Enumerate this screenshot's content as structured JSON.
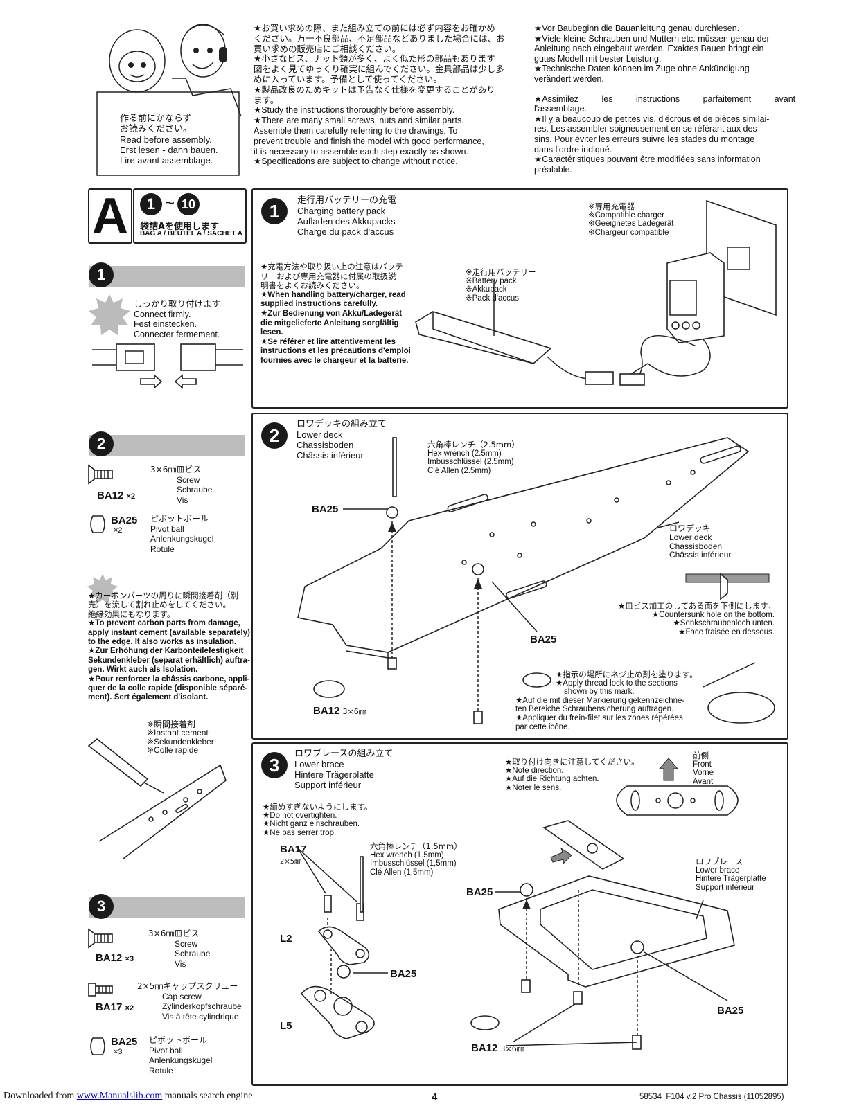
{
  "intro": {
    "sign": [
      "作る前にかならず",
      "お読みください。",
      "Read before assembly.",
      "Erst lesen - dann bauen.",
      "Lire avant assemblage."
    ],
    "col1": [
      "★お買い求めの際、また組み立ての前には必ず内容をお確かめ",
      "ください。万一不良部品、不足部品などありました場合には、お",
      "買い求めの販売店にご相談ください。",
      "★小さなビス、ナット類が多く、よく似た形の部品もあります。",
      "図をよく見てゆっくり確実に組んでください。金具部品は少し多",
      "めに入っています。予備として使ってください。",
      "★製品改良のためキットは予告なく仕様を変更することがあり",
      "ます。",
      "★Study the instructions thoroughly before assembly.",
      "★There are many small screws, nuts and similar parts.",
      "Assemble them carefully referring to the drawings. To",
      "prevent trouble and finish the model with good performance,",
      "it is necessary to assemble each step exactly as shown.",
      "★Specifications are subject to change without notice."
    ],
    "col2": [
      "★Vor Baubeginn die Bauanleitung genau durchlesen.",
      "★Viele kleine Schrauben und Muttern etc. müssen genau der",
      "Anleitung nach eingebaut werden. Exaktes Bauen bringt ein",
      "gutes Modell mit bester Leistung.",
      "★Technische Daten können im Zuge ohne Ankündigung",
      "verändert werden.",
      "",
      "★Assimilez les instructions parfaitement avant",
      "l'assemblage.",
      "★Il y a beaucoup de petites vis, d'écrous et de pièces similai-",
      "res. Les assembler soigneusement en se référant aux des-",
      "sins. Pour éviter les erreurs suivre les stades du montage",
      "dans l'ordre indiqué.",
      "★Caractéristiques pouvant être modifiées sans information",
      "préalable."
    ]
  },
  "bag": {
    "letter": "A",
    "from": "1",
    "tilde": "~",
    "to": "10",
    "jp": "袋詰Aを使用します",
    "label": "BAG A / BEUTEL A / SACHET A"
  },
  "side": {
    "step1": {
      "num": "1",
      "note": [
        "しっかり取り付けます。",
        "Connect firmly.",
        "Fest einstecken.",
        "Connecter fermement."
      ]
    },
    "step2": {
      "num": "2",
      "parts": [
        {
          "dims": "3×6㎜皿ビス",
          "names": [
            "Screw",
            "Schraube",
            "Vis"
          ],
          "code": "BA12",
          "qty": "×2"
        },
        {
          "dims": "ピボットボール",
          "names": [
            "Pivot ball",
            "Anlenkungskugel",
            "Rotule"
          ],
          "code": "BA25",
          "qty": "×2"
        }
      ],
      "carbon": [
        "★カーボンパーツの周りに瞬間接着剤（別",
        "売）を流して割れ止めをしてください。",
        "絶縁効果にもなります。",
        "★To prevent carbon parts from damage,",
        "apply instant cement (available separately)",
        "to the edge. It also works as insulation.",
        "★Zur Erhöhung der Karbonteilefestigkeit",
        "Sekundenkleber (separat erhältlich) auftra-",
        "gen. Wirkt auch als Isolation.",
        "★Pour renforcer la châssis carbone, appli-",
        "quer de la colle rapide (disponible séparé-",
        "ment). Sert également d'isolant."
      ],
      "cement": [
        "※瞬間接着剤",
        "※Instant cement",
        "※Sekundenkleber",
        "※Colle rapide"
      ]
    },
    "step3": {
      "num": "3",
      "parts": [
        {
          "dims": "3×6㎜皿ビス",
          "names": [
            "Screw",
            "Schraube",
            "Vis"
          ],
          "code": "BA12",
          "qty": "×3"
        },
        {
          "dims": "2×5㎜キャップスクリュー",
          "names": [
            "Cap screw",
            "Zylinderkopfschraube",
            "Vis à tête cylindrique"
          ],
          "code": "BA17",
          "qty": "×2"
        },
        {
          "dims": "ピボットボール",
          "names": [
            "Pivot ball",
            "Anlenkungskugel",
            "Rotule"
          ],
          "code": "BA25",
          "qty": "×3"
        }
      ]
    }
  },
  "panel1": {
    "num": "1",
    "title": [
      "走行用バッテリーの充電",
      "Charging battery pack",
      "Aufladen des Akkupacks",
      "Charge du pack d'accus"
    ],
    "charger": [
      "※専用充電器",
      "※Compatible charger",
      "※Geeignetes Ladegerät",
      "※Chargeur compatible"
    ],
    "battery": [
      "※走行用バッテリー",
      "※Battery pack",
      "※Akkupack",
      "※Pack d'accus"
    ],
    "notes": [
      "★充電方法や取り扱い上の注意はバッテ",
      "リーおよび専用充電器に付属の取扱説",
      "明書をよくお読みください。",
      "★When handling battery/charger, read",
      "supplied instructions carefully.",
      "★Zur Bedienung von Akku/Ladegerät",
      "die mitgelieferte Anleitung sorgfältig",
      "lesen.",
      "★Se référer et lire attentivement les",
      "instructions et les précautions d'emploi",
      "fournies avec le chargeur et la batterie."
    ]
  },
  "panel2": {
    "num": "2",
    "title": [
      "ロワデッキの組み立て",
      "Lower deck",
      "Chassisboden",
      "Châssis inférieur"
    ],
    "wrench": [
      "六角棒レンチ（2.5mm）",
      "Hex wrench (2.5mm)",
      "Imbusschlüssel (2.5mm)",
      "Clé Allen (2.5mm)"
    ],
    "deck": [
      "ロワデッキ",
      "Lower deck",
      "Chassisboden",
      "Châssis inférieur"
    ],
    "countersunk": [
      "★皿ビス加工のしてある面を下側にします。",
      "★Countersunk hole on the bottom.",
      "★Senkschraubenloch unten.",
      "★Face fraisée en dessous."
    ],
    "threadlock": [
      "★指示の場所にネジ止め剤を塗ります。",
      "★Apply thread lock to the sections",
      "shown by this mark.",
      "★Auf die mit dieser Markierung gekennzeichne-",
      "ten Bereiche Schraubensicherung auftragen.",
      "★Appliquer du frein-filet sur les zones répérées",
      "par cette icône."
    ],
    "ba25a": "BA25",
    "ba25b": "BA25",
    "ba12": "BA12",
    "ba12size": "3×6㎜"
  },
  "panel3": {
    "num": "3",
    "title": [
      "ロワブレースの組み立て",
      "Lower brace",
      "Hintere Trägerplatte",
      "Support inférieur"
    ],
    "overtighten": [
      "★締めすぎないようにします。",
      "★Do not overtighten.",
      "★Nicht ganz einschrauben.",
      "★Ne pas serrer trop."
    ],
    "direction": [
      "★取り付け向きに注意してください。",
      "★Note direction.",
      "★Auf die Richtung achten.",
      "★Noter le sens."
    ],
    "front": [
      "前側",
      "Front",
      "Vorne",
      "Avant"
    ],
    "wrench": [
      "六角棒レンチ（1.5mm）",
      "Hex wrench (1.5mm)",
      "Imbusschlüssel (1,5mm)",
      "Clé Allen (1,5mm)"
    ],
    "brace": [
      "ロワブレース",
      "Lower brace",
      "Hintere Trägerplatte",
      "Support inférieur"
    ],
    "ba17": "BA17",
    "ba17size": "2×5㎜",
    "l2": "L2",
    "l5": "L5",
    "ba25a": "BA25",
    "ba25b": "BA25",
    "ba25c": "BA25",
    "ba12": "BA12",
    "ba12size": "3×6㎜"
  },
  "footer": {
    "download": "Downloaded from",
    "site": "www.Manualslib.com",
    "tagline": "manuals search engine",
    "page": "4",
    "product": "58534  F104 v.2 Pro Chassis (11052895)"
  }
}
